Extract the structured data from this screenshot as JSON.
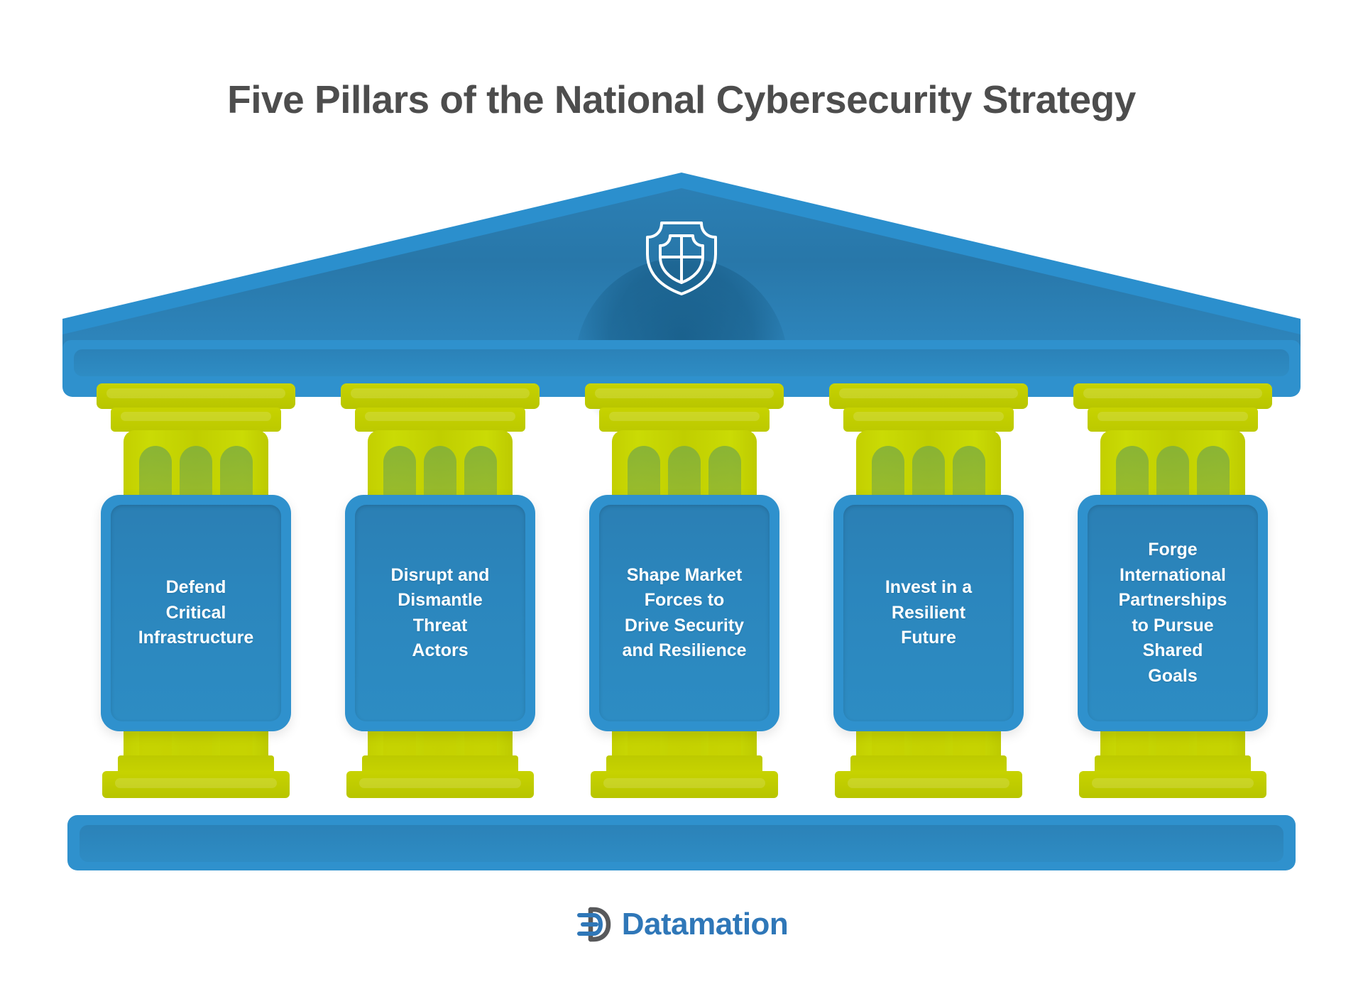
{
  "page": {
    "title": "Five Pillars of the National Cybersecurity Strategy",
    "background_color": "#ffffff",
    "title_color": "#4d4d4d"
  },
  "colors": {
    "blue_light": "#2f91cd",
    "blue_mid": "#2b82b8",
    "blue_dark": "#2b7fb4",
    "green_yellow": "#c7d300",
    "green_shade": "#7fae3d",
    "white": "#ffffff"
  },
  "pediment": {
    "icon": "shield-icon",
    "icon_label": "shield"
  },
  "pillars": [
    {
      "index": 1,
      "label": "Defend\nCritical\nInfrastructure"
    },
    {
      "index": 2,
      "label": "Disrupt and\nDismantle\nThreat\nActors"
    },
    {
      "index": 3,
      "label": "Shape Market\nForces to\nDrive Security\nand Resilience"
    },
    {
      "index": 4,
      "label": "Invest in a\nResilient\nFuture"
    },
    {
      "index": 5,
      "label": "Forge\nInternational\nPartnerships\nto Pursue\nShared\nGoals"
    }
  ],
  "footer": {
    "brand": "Datamation",
    "logo_mark": "datamation-logo-mark"
  }
}
